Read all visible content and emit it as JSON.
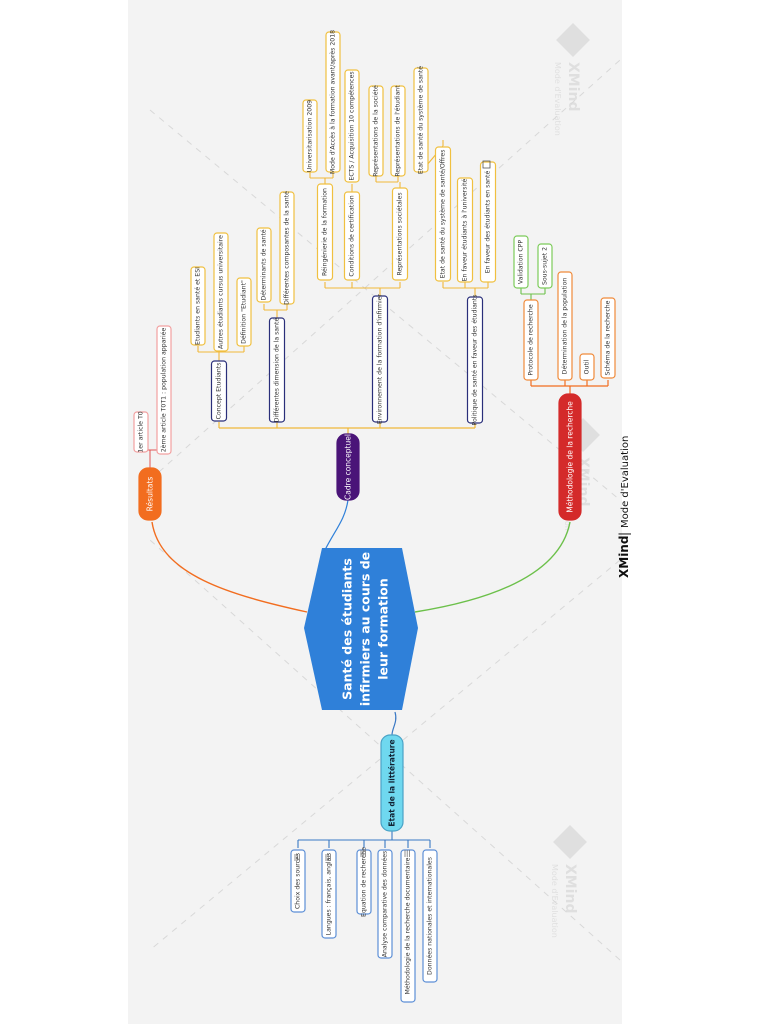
{
  "central": {
    "lines": [
      "Santé des étudiants",
      "infirmiers au cours de",
      "leur formation"
    ]
  },
  "branches": [
    {
      "id": "resultats",
      "label": "Résultats",
      "color": "#f26d1f",
      "children": [
        {
          "label": "1er article T0"
        },
        {
          "label": "2ème article T0T1 : population appariée"
        }
      ]
    },
    {
      "id": "cadre",
      "label": "Cadre conceptuel",
      "color": "#4a1478",
      "children": [
        {
          "label": "Concept Etudiants",
          "children": [
            {
              "label": "Etudiants en santé et ESI"
            },
            {
              "label": "Autres étudiants cursus universitaire"
            },
            {
              "label": "Définition \"Etudiant\""
            }
          ]
        },
        {
          "label": "Différentes dimension de la santé",
          "children": [
            {
              "label": "Déterminants de santé"
            },
            {
              "label": "Différentes composantes de la santé"
            }
          ]
        },
        {
          "label": "Environnement de la formation d'infirmier",
          "children": [
            {
              "label": "Réingénierie de la formation",
              "children": [
                {
                  "label": "Universitarisation 2009"
                },
                {
                  "label": "Mode d'Accès à la formation avant/après 2018"
                }
              ]
            },
            {
              "label": "Conditions de certification",
              "children": [
                {
                  "label": "ECTS / Acquisition 10 compétences"
                }
              ]
            },
            {
              "label": "Représentations sociétales",
              "children": [
                {
                  "label": "Représentations de la société"
                },
                {
                  "label": "Représentations de l'étudiant"
                }
              ]
            }
          ]
        },
        {
          "label": "Politique de santé en faveur des étudiants",
          "children": [
            {
              "label": "Etat de santé du système de santé/Offres",
              "children": [
                {
                  "label": "Etat de santé du système de santé"
                }
              ]
            },
            {
              "label": "En faveur étudiants à l'université"
            },
            {
              "label": "En faveur des étudiants en santé"
            }
          ]
        }
      ]
    },
    {
      "id": "methodo",
      "label": "Méthodologie de la recherche",
      "color": "#d42a2a",
      "children": [
        {
          "label": "Protocole de recherche",
          "children": [
            {
              "label": "Validation CPP"
            },
            {
              "label": "Sous-sujet 2"
            }
          ]
        },
        {
          "label": "Détermination de la population"
        },
        {
          "label": "Outil"
        },
        {
          "label": "Schéma de la recherche"
        }
      ]
    },
    {
      "id": "etat",
      "label": "Etat de la littérature",
      "color": "#6fd8ef",
      "children": [
        {
          "label": "Choix des sources"
        },
        {
          "label": "Langues : français, anglais"
        },
        {
          "label": "Equation de recherche"
        },
        {
          "label": "Analyse comparative des données"
        },
        {
          "label": "Méthodologie de la recherche documentaire"
        },
        {
          "label": "Données nationales et internationales"
        }
      ]
    }
  ],
  "watermark": {
    "brand": "XMind",
    "sub": "Mode d'Evaluation"
  },
  "footer": {
    "brand": "XMind",
    "separator": "|",
    "sub": "Mode d'Evaluation"
  },
  "colors": {
    "central": "#2f80d9",
    "yellow_line": "#f0b83a",
    "orange_line": "#f26d1f",
    "green_line": "#6cc04a",
    "blue_line": "#3a78c4",
    "node_border_dark": "#2a2f7a",
    "node_border_yellow": "#f0c040",
    "node_border_orange": "#f08a3a",
    "node_border_green": "#7ccb5a",
    "node_border_blue": "#5d8fd6",
    "node_border_red": "#f2a0a0",
    "canvas": "#f3f3f3"
  }
}
